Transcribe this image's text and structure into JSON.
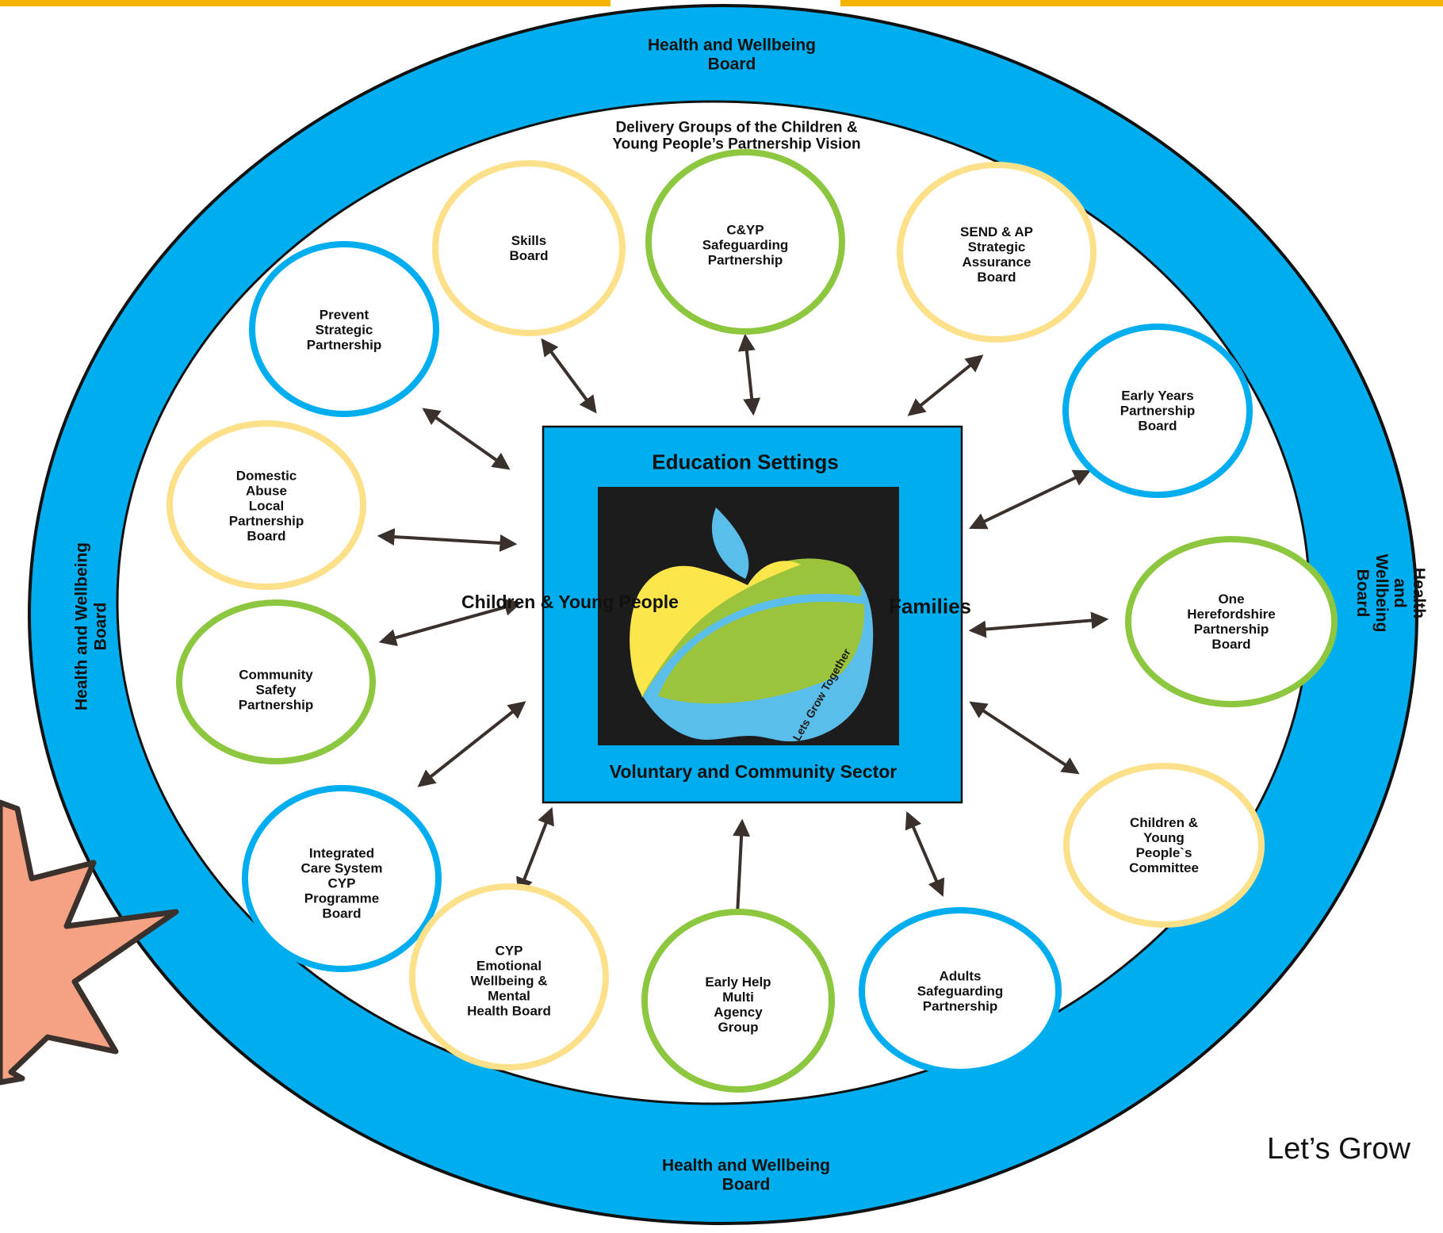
{
  "outer_ring": {
    "label_top": "Health and Wellbeing\nBoard",
    "label_bottom": "Health and Wellbeing\nBoard",
    "label_left": "Health and Wellbeing\nBoard",
    "label_right": "Health and Wellbeing\nBoard"
  },
  "delivery_title": "Delivery Groups of the Children &\nYoung People’s Partnership Vision",
  "center": {
    "top": "Education Settings",
    "bottom": "Voluntary and Community Sector",
    "left": "Children & Young People",
    "right": "Families",
    "logo_text": "Lets Grow Together"
  },
  "nodes": [
    {
      "label": "Skills\nBoard"
    },
    {
      "label": "C&YP\nSafeguarding\nPartnership"
    },
    {
      "label": "SEND & AP\nStrategic\nAssurance\nBoard"
    },
    {
      "label": "Prevent\nStrategic\nPartnership"
    },
    {
      "label": "Early Years\nPartnership\nBoard"
    },
    {
      "label": "Domestic\nAbuse\nLocal\nPartnership\nBoard"
    },
    {
      "label": "One\nHerefordshire\nPartnership\nBoard"
    },
    {
      "label": "Community\nSafety\nPartnership"
    },
    {
      "label": "Children &\nYoung\nPeople`s\nCommittee"
    },
    {
      "label": "Integrated\nCare System\nCYP\nProgramme\nBoard"
    },
    {
      "label": "CYP\nEmotional\nWellbeing &\nMental\nHealth Board"
    },
    {
      "label": "Early Help\nMulti\nAgency\nGroup"
    },
    {
      "label": "Adults\nSafeguarding\nPartnership"
    }
  ],
  "tagline": "Let’s Grow",
  "colors": {
    "blue": "#00aeef",
    "green": "#8dc63f",
    "yellow": "#fde08a",
    "arrow": "#3a302c",
    "burst": "#f4a283",
    "logo_yellow": "#fde64b",
    "logo_green": "#9bc43c",
    "logo_blue": "#5bbde9",
    "header_strip": "#f5b400"
  }
}
